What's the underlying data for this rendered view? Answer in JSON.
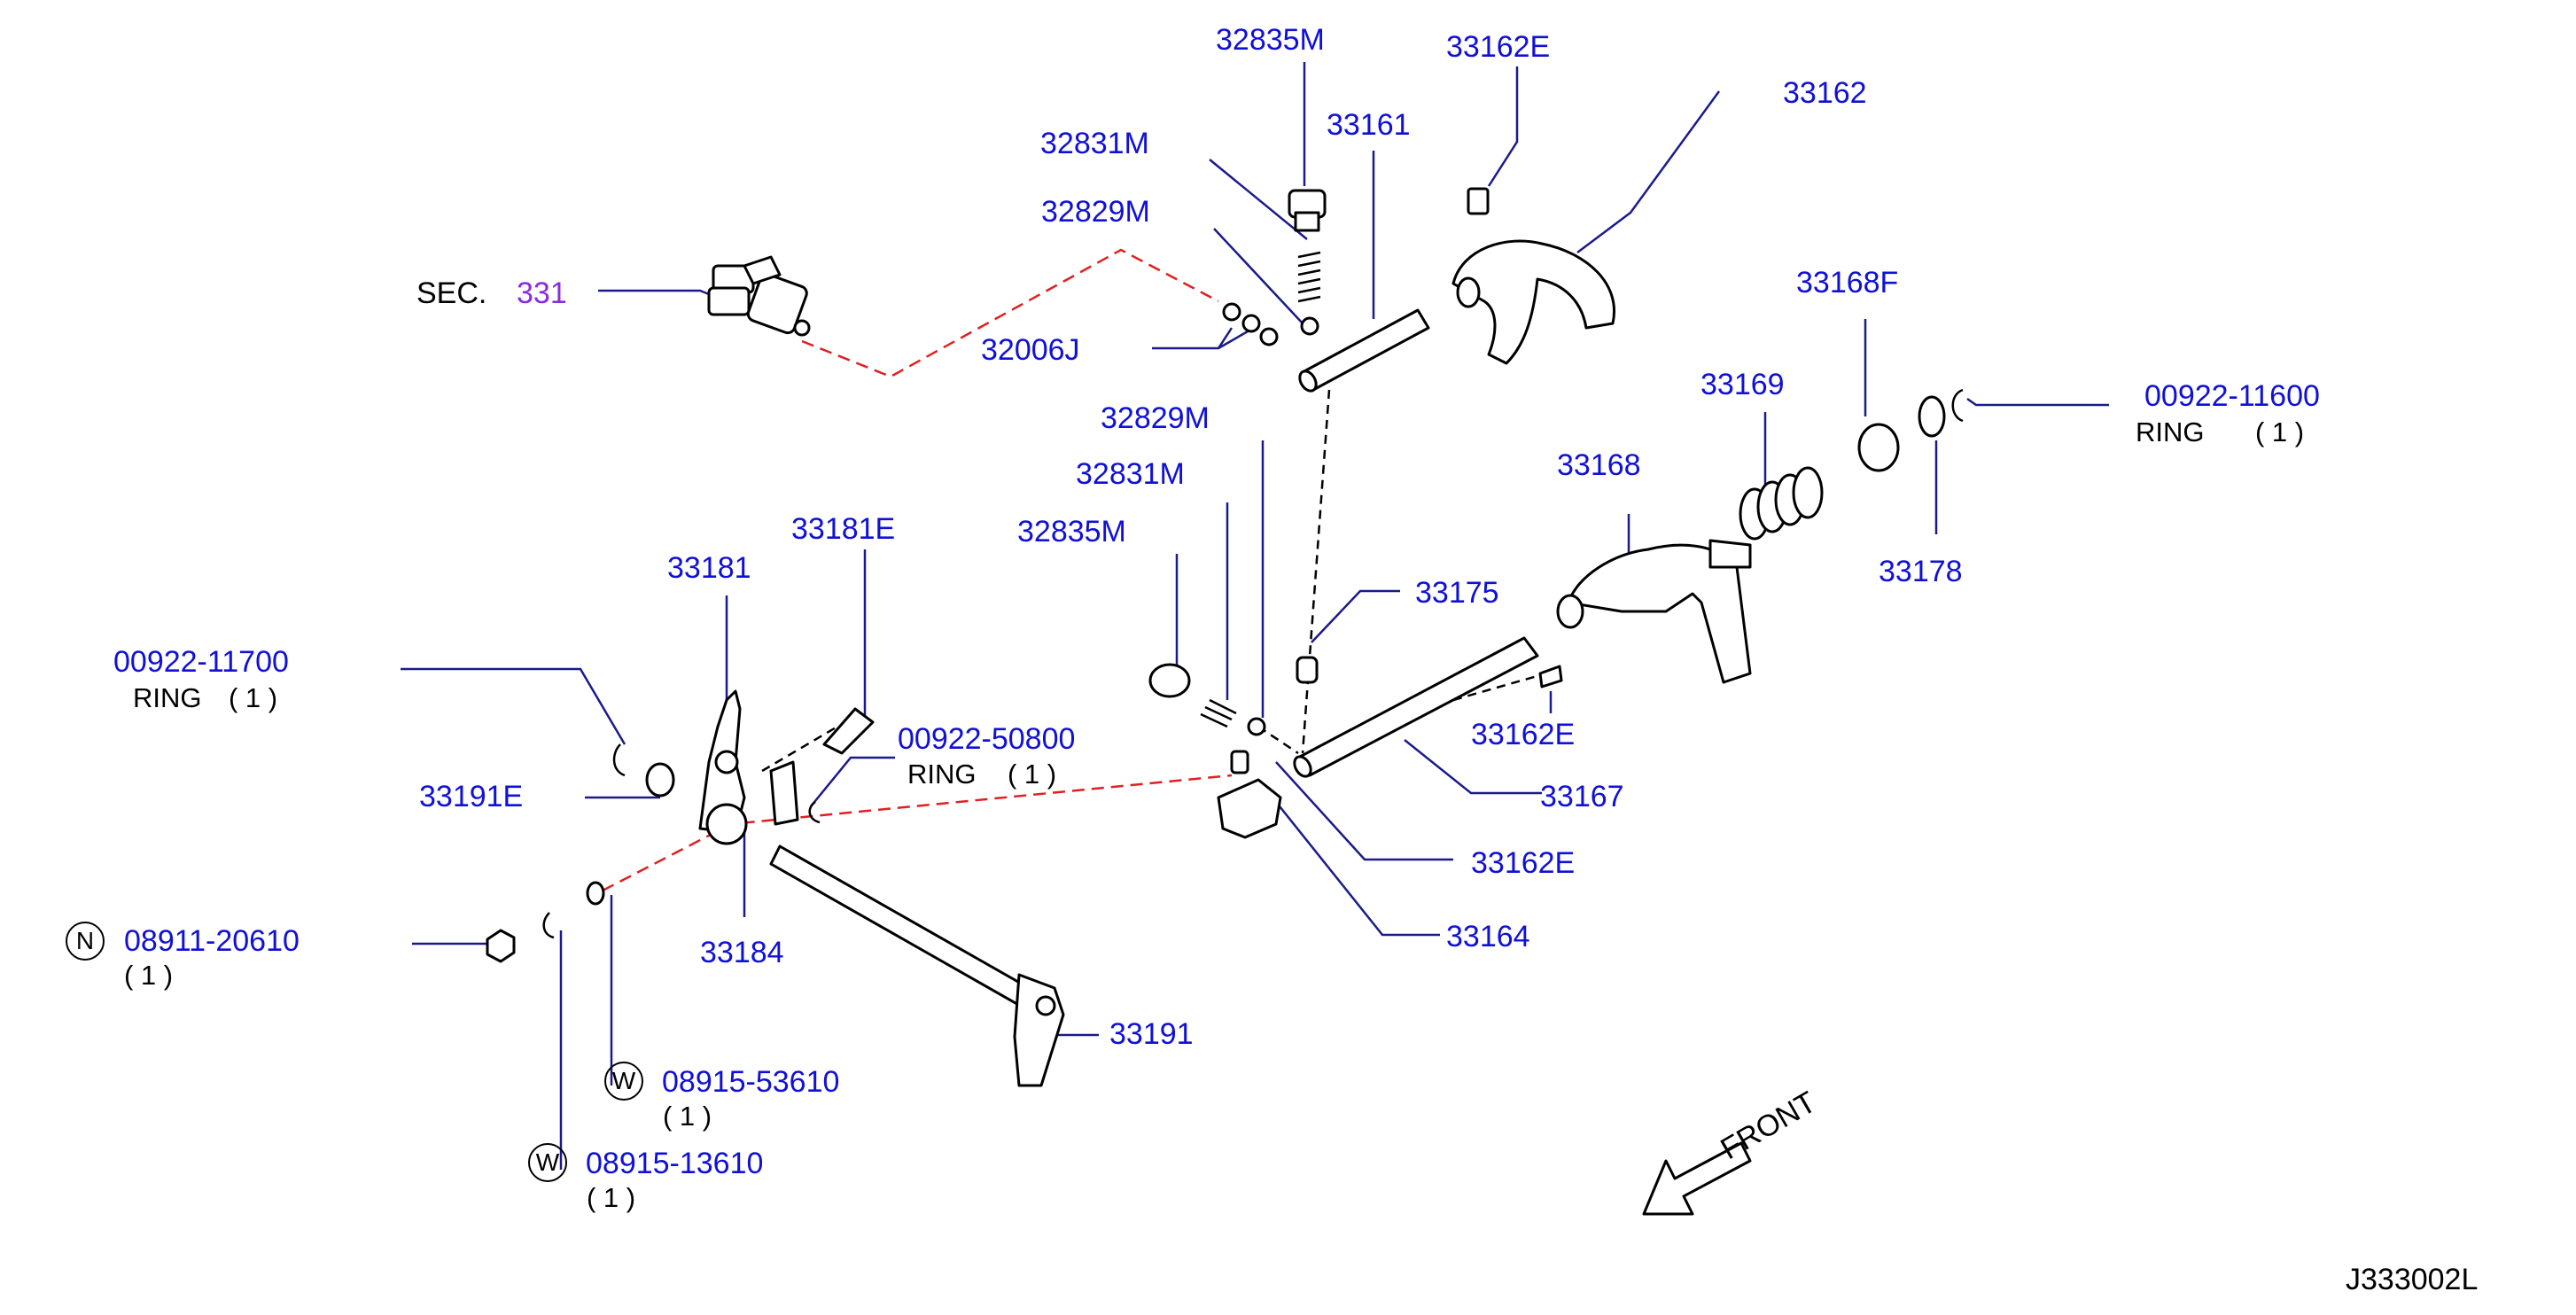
{
  "sec": {
    "prefix": "SEC.",
    "number": "331"
  },
  "parts": {
    "p32835M_top": "32835M",
    "p33162E_top": "33162E",
    "p33162": "33162",
    "p32831M_top": "32831M",
    "p33161": "33161",
    "p32829M_top": "32829M",
    "p32006J": "32006J",
    "p33168F": "33168F",
    "p33169": "33169",
    "p00922_11600": "00922-11600",
    "p32829M_mid": "32829M",
    "p33168": "33168",
    "p32831M_mid": "32831M",
    "p33178": "33178",
    "p33181E": "33181E",
    "p32835M_mid": "32835M",
    "p33181": "33181",
    "p33175": "33175",
    "p00922_11700": "00922-11700",
    "p33162E_mid": "33162E",
    "p00922_50800": "00922-50800",
    "p33191E": "33191E",
    "p33167": "33167",
    "p33162E_low": "33162E",
    "p08911_20610": "08911-20610",
    "p33184": "33184",
    "p33164": "33164",
    "p33191": "33191",
    "p08915_53610": "08915-53610",
    "p08915_13610": "08915-13610"
  },
  "ring_text": "RING",
  "qty": {
    "ring_11600": "( 1 )",
    "ring_11700": "( 1 )",
    "ring_50800": "( 1 )",
    "n_08911": "( 1 )",
    "w_53610": "( 1 )",
    "w_13610": "( 1 )"
  },
  "symbols": {
    "nut": "N",
    "washer_a": "W",
    "washer_b": "W"
  },
  "front_label": "FRONT",
  "diagram_code": "J333002L",
  "colors": {
    "label": "#1010d8",
    "sec_number": "#8a2be2",
    "section_link": "#e02020"
  }
}
